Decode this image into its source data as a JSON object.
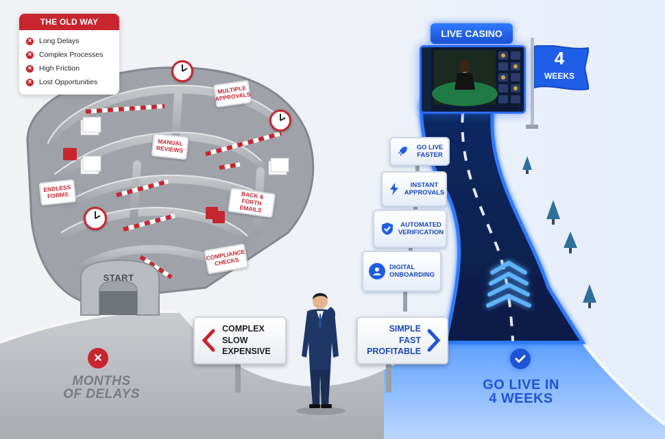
{
  "old_way": {
    "title": "THE OLD WAY",
    "items": [
      "Long Delays",
      "Complex Processes",
      "High Friction",
      "Lost Opportunities"
    ]
  },
  "maze_labels": {
    "multiple_approvals": "MULTIPLE APPROVALS",
    "manual_reviews": "MANUAL REVIEWS",
    "endless_forms": "ENDLESS FORMS",
    "back_forth": "BACK & FORTH EMAILS",
    "compliance": "COMPLIANCE CHECKS",
    "start": "START"
  },
  "left_sign": [
    "COMPLEX",
    "SLOW",
    "EXPENSIVE"
  ],
  "right_sign": [
    "SIMPLE",
    "FAST",
    "PROFITABLE"
  ],
  "left_outcome": [
    "MONTHS",
    "OF DELAYS"
  ],
  "right_outcome": [
    "GO LIVE IN",
    "4 WEEKS"
  ],
  "live_casino": "LIVE CASINO",
  "flag": {
    "number": "4",
    "label": "WEEKS"
  },
  "features": [
    {
      "icon": "rocket-icon",
      "lines": [
        "GO LIVE",
        "FASTER"
      ]
    },
    {
      "icon": "lightning-icon",
      "lines": [
        "INSTANT",
        "APPROVALS"
      ]
    },
    {
      "icon": "shield-check-icon",
      "lines": [
        "AUTOMATED",
        "VERIFICATION"
      ]
    },
    {
      "icon": "user-icon",
      "lines": [
        "DIGITAL",
        "ONBOARDING"
      ]
    }
  ],
  "colors": {
    "red": "#c7262f",
    "blue": "#1e54d6",
    "glow": "#2d7bff",
    "grey": "#9a9ea6"
  }
}
